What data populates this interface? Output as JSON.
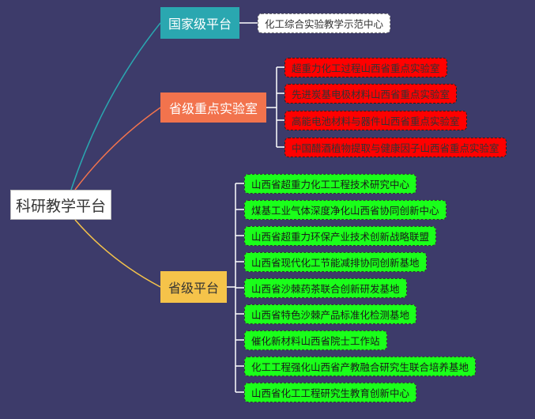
{
  "root": {
    "label": "科研教学平台"
  },
  "branches": [
    {
      "label": "国家级平台",
      "color": "#2aa7b0",
      "children": [
        "化工综合实验教学示范中心"
      ]
    },
    {
      "label": "省级重点实验室",
      "color": "#f2734d",
      "children": [
        "超重力化工过程山西省重点实验室",
        "先进炭基电极材料山西省重点实验室",
        "高能电池材料与器件山西省重点实验室",
        "中国醋酒植物提取与健康因子山西省重点实验室"
      ]
    },
    {
      "label": "省级平台",
      "color": "#f5c34a",
      "children": [
        "山西省超重力化工工程技术研究中心",
        "煤基工业气体深度净化山西省协同创新中心",
        "山西省超重力环保产业技术创新战略联盟",
        "山西省现代化工节能减排协同创新基地",
        "山西省沙棘药茶联合创新研发基地",
        "山西省特色沙棘产品标准化检测基地",
        "催化新材料山西省院士工作站",
        "化工工程强化山西省产教融合研究生联合培养基地",
        "山西省化工工程研究生教育创新中心"
      ]
    }
  ]
}
